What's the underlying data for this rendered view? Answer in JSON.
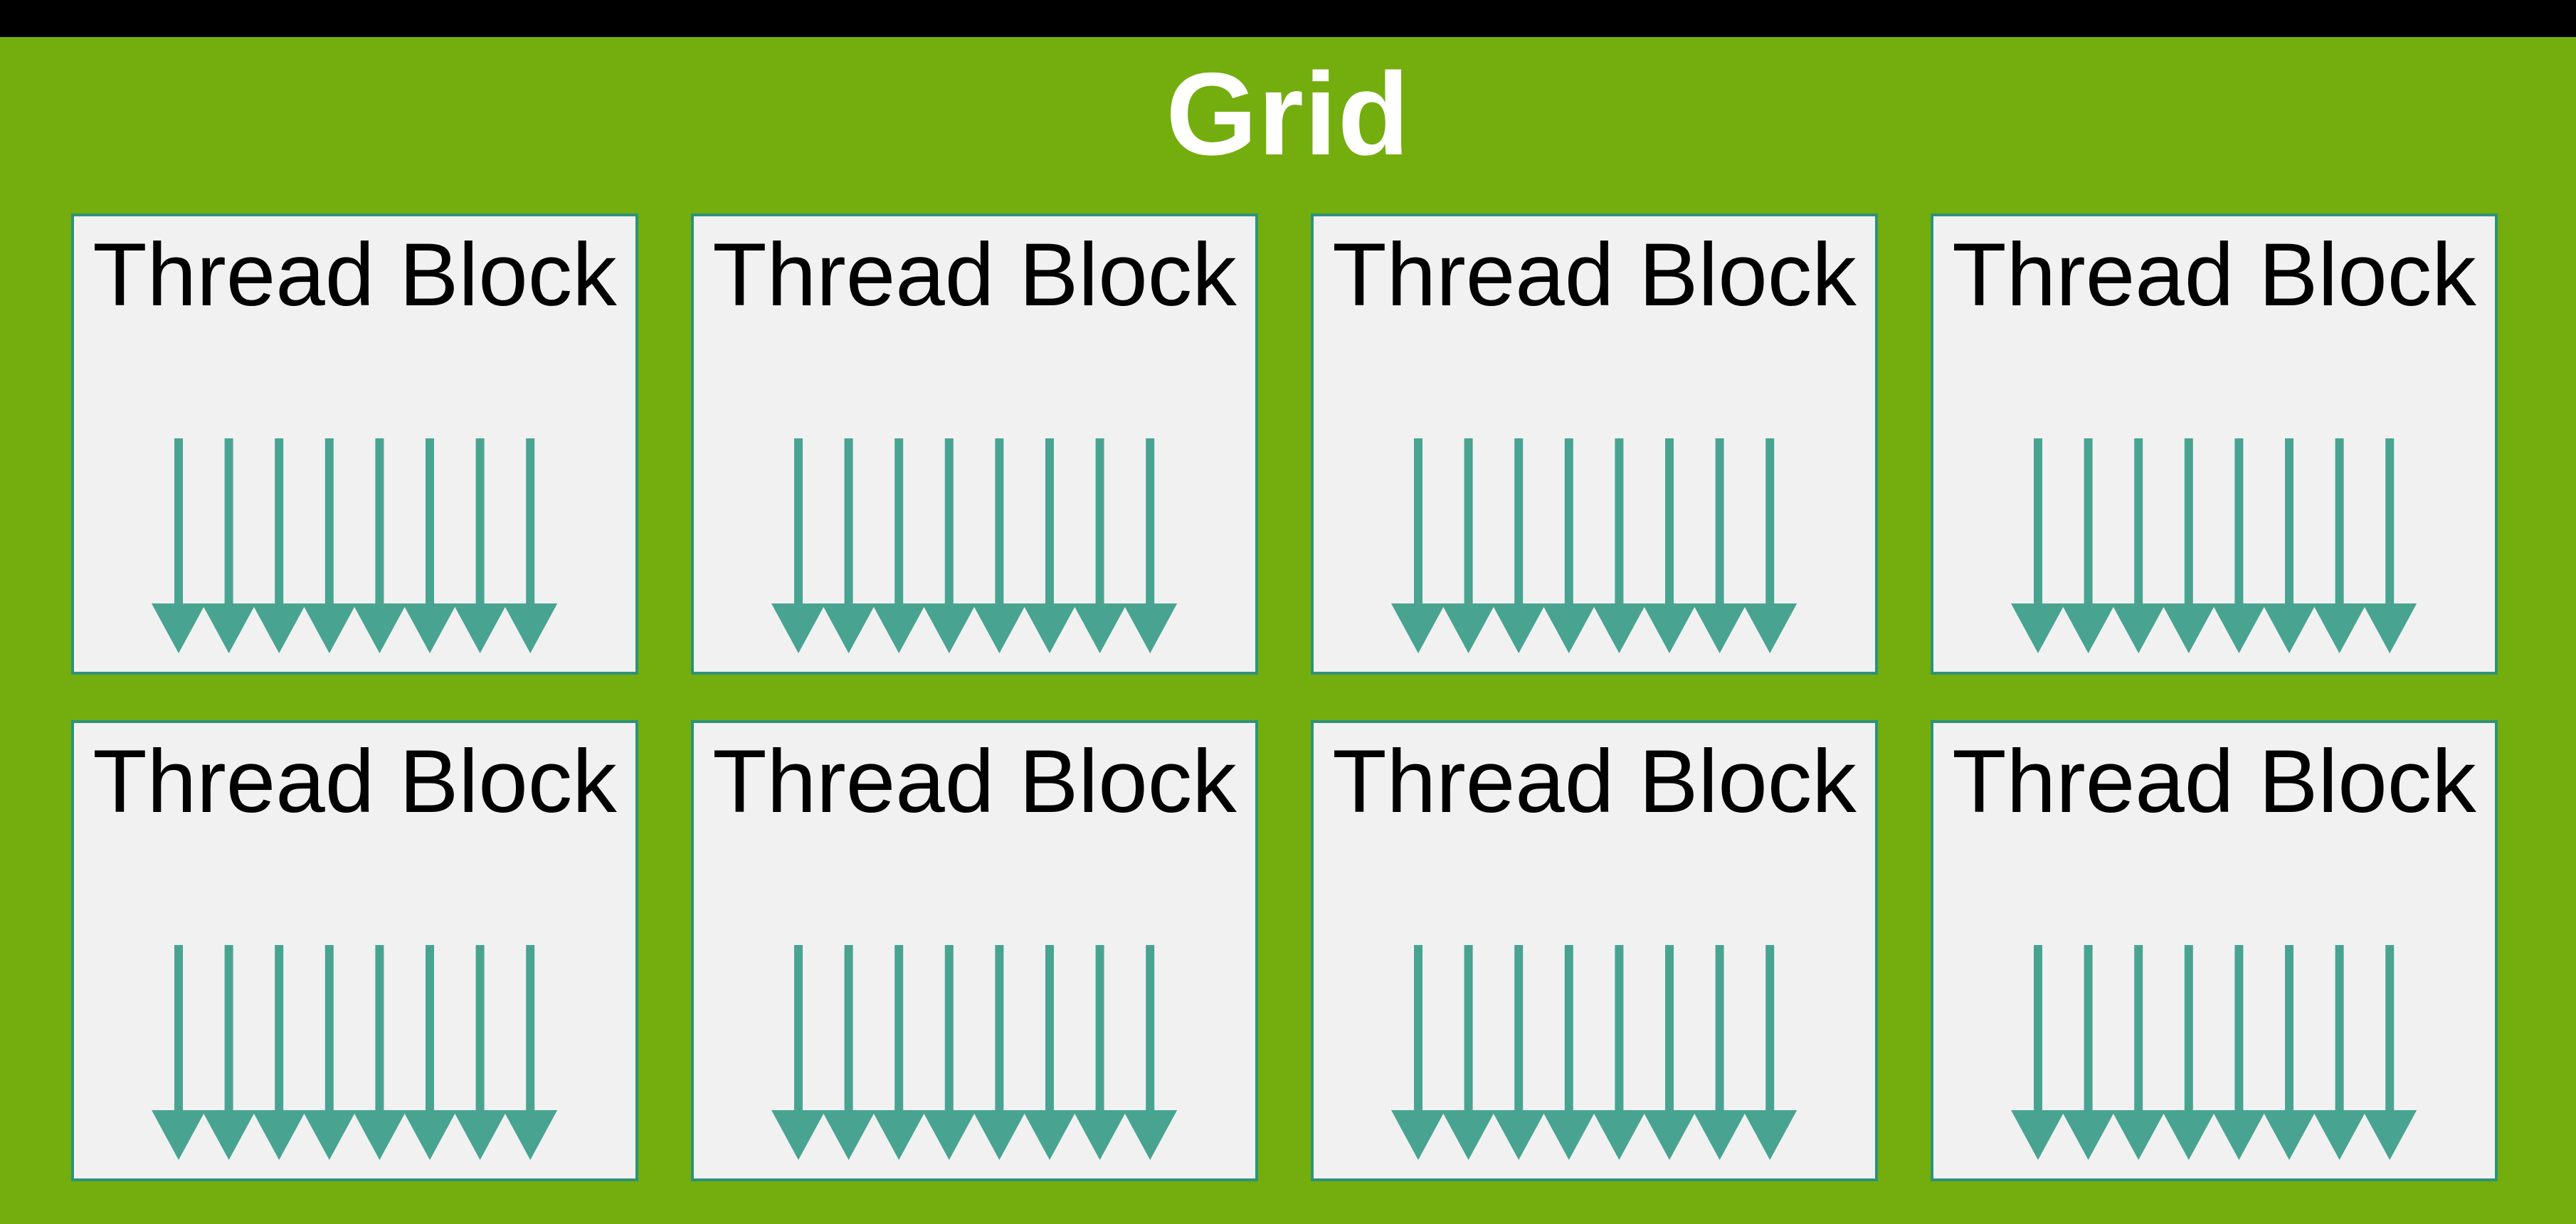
{
  "page": {
    "title": "Grid"
  },
  "colors": {
    "top_bar_black": "#000000",
    "background_green": "#73ae0e",
    "title_text": "#ffffff",
    "box_fill": "#f1f1f2",
    "box_border": "#2e9277",
    "label_text": "#000000",
    "arrow": "#48a491"
  },
  "grid": {
    "rows": 2,
    "columns": 4,
    "blocks": [
      {
        "label": "Thread Block",
        "arrow_icon": "thread-down-arrow",
        "arrow_count": 8
      },
      {
        "label": "Thread Block",
        "arrow_icon": "thread-down-arrow",
        "arrow_count": 8
      },
      {
        "label": "Thread Block",
        "arrow_icon": "thread-down-arrow",
        "arrow_count": 8
      },
      {
        "label": "Thread Block",
        "arrow_icon": "thread-down-arrow",
        "arrow_count": 8
      },
      {
        "label": "Thread Block",
        "arrow_icon": "thread-down-arrow",
        "arrow_count": 8
      },
      {
        "label": "Thread Block",
        "arrow_icon": "thread-down-arrow",
        "arrow_count": 8
      },
      {
        "label": "Thread Block",
        "arrow_icon": "thread-down-arrow",
        "arrow_count": 8
      },
      {
        "label": "Thread Block",
        "arrow_icon": "thread-down-arrow",
        "arrow_count": 8
      }
    ]
  }
}
